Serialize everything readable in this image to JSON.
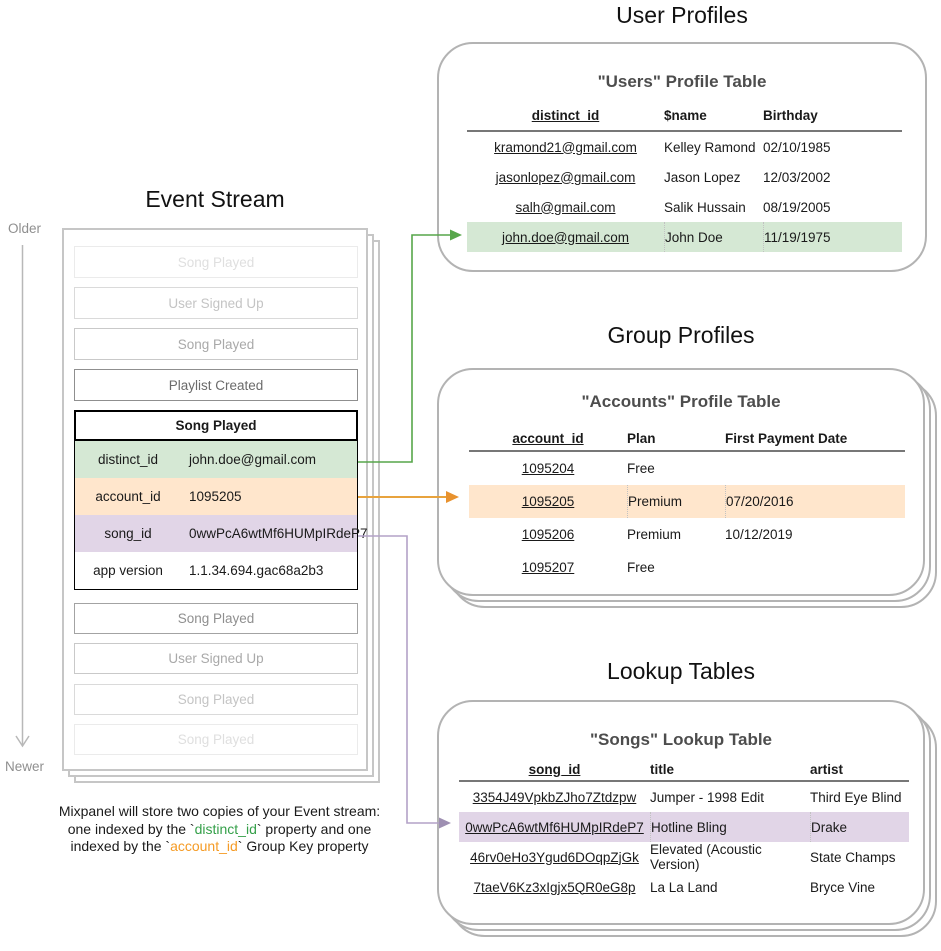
{
  "colors": {
    "green_fill": "#D5E8D4",
    "green_stroke": "#57A64A",
    "orange_fill": "#FFE6CC",
    "orange_stroke": "#E8A33D",
    "purple_fill": "#E1D5E7",
    "purple_stroke": "#B3A2C7",
    "card_border": "#B3B3B3",
    "caption_green": "#35A04A",
    "caption_orange": "#F59B25"
  },
  "event_stream": {
    "title": "Event Stream",
    "older_label": "Older",
    "newer_label": "Newer",
    "events_before": [
      {
        "label": "Song Played"
      },
      {
        "label": "User Signed Up"
      },
      {
        "label": "Song Played"
      },
      {
        "label": "Playlist Created"
      }
    ],
    "expanded_event": {
      "title": "Song Played",
      "properties": [
        {
          "key": "distinct_id",
          "value": "john.doe@gmail.com"
        },
        {
          "key": "account_id",
          "value": "1095205"
        },
        {
          "key": "song_id",
          "value": "0wwPcA6wtMf6HUMpIRdeP7"
        },
        {
          "key": "app version",
          "value": "1.1.34.694.gac68a2b3"
        }
      ]
    },
    "events_after": [
      {
        "label": "Song Played"
      },
      {
        "label": "User Signed Up"
      },
      {
        "label": "Song Played"
      },
      {
        "label": "Song Played"
      }
    ],
    "caption": {
      "line1": "Mixpanel will store two copies of your Event stream:",
      "line2_pre": "one indexed by the `",
      "line2_code": "distinct_id",
      "line2_post": "` property and one",
      "line3_pre": "indexed by the `",
      "line3_code": "account_id",
      "line3_post": "` Group Key property"
    }
  },
  "user_profiles": {
    "section_title": "User Profiles",
    "table_title": "\"Users\" Profile Table",
    "columns": {
      "c0": "distinct_id",
      "c1": "$name",
      "c2": "Birthday"
    },
    "rows": [
      {
        "c0": "kramond21@gmail.com",
        "c1": "Kelley Ramond",
        "c2": "02/10/1985"
      },
      {
        "c0": "jasonlopez@gmail.com",
        "c1": "Jason Lopez",
        "c2": "12/03/2002"
      },
      {
        "c0": "salh@gmail.com",
        "c1": "Salik Hussain",
        "c2": "08/19/2005"
      },
      {
        "c0": "john.doe@gmail.com",
        "c1": "John Doe",
        "c2": "11/19/1975"
      }
    ]
  },
  "group_profiles": {
    "section_title": "Group Profiles",
    "table_title": "\"Accounts\" Profile Table",
    "columns": {
      "c0": "account_id",
      "c1": "Plan",
      "c2": "First Payment Date"
    },
    "rows": [
      {
        "c0": "1095204",
        "c1": "Free",
        "c2": ""
      },
      {
        "c0": "1095205",
        "c1": "Premium",
        "c2": "07/20/2016"
      },
      {
        "c0": "1095206",
        "c1": "Premium",
        "c2": "10/12/2019"
      },
      {
        "c0": "1095207",
        "c1": "Free",
        "c2": ""
      }
    ]
  },
  "lookup_tables": {
    "section_title": "Lookup Tables",
    "table_title": "\"Songs\" Lookup Table",
    "columns": {
      "c0": "song_id",
      "c1": "title",
      "c2": "artist"
    },
    "rows": [
      {
        "c0": "3354J49VpkbZJho7Ztdzpw",
        "c1": "Jumper - 1998 Edit",
        "c2": "Third Eye Blind"
      },
      {
        "c0": "0wwPcA6wtMf6HUMpIRdeP7",
        "c1": "Hotline Bling",
        "c2": "Drake"
      },
      {
        "c0": "46rv0eHo3Ygud6DOqpZjGk",
        "c1": "Elevated (Acoustic Version)",
        "c2": "State Champs"
      },
      {
        "c0": "7taeV6Kz3xIgjx5QR0eG8p",
        "c1": "La La Land",
        "c2": "Bryce Vine"
      }
    ]
  }
}
